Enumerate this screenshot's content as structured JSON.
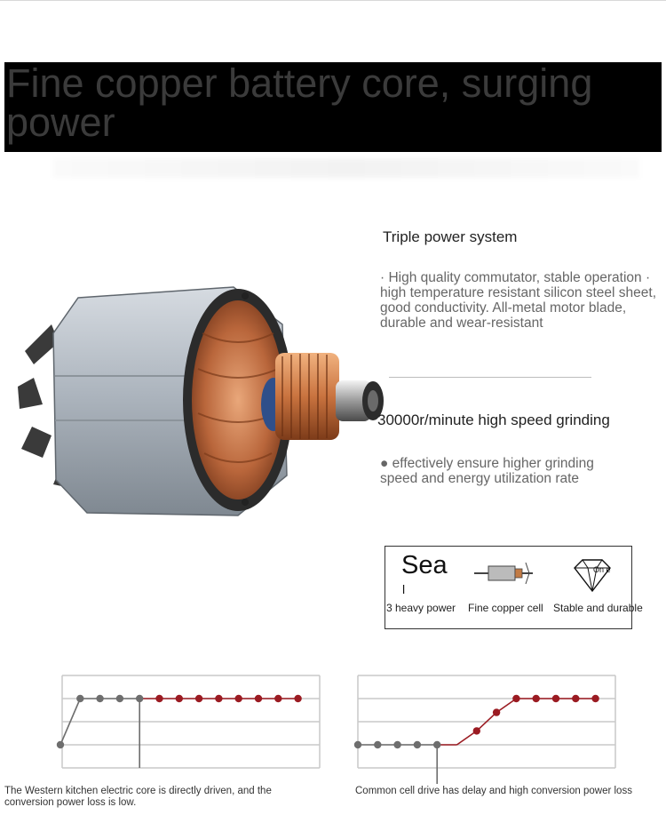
{
  "banner": {
    "title": "Fine copper battery core, surging power"
  },
  "features": [
    {
      "heading": "Triple power system",
      "body": "· High quality commutator, stable operation · high temperature resistant silicon steel sheet, good conductivity. All-metal motor blade, durable and wear-resistant"
    },
    {
      "heading": "30000r/minute high speed grinding",
      "body": "● effectively ensure higher grinding speed and energy utilization rate"
    }
  ],
  "badges": {
    "big_text": "Sea",
    "small_text": "l",
    "diamond_text": "On e",
    "items": [
      {
        "label": "3 heavy power",
        "icon": "power-text-icon"
      },
      {
        "label": "Fine copper cell",
        "icon": "motor-icon"
      },
      {
        "label": "Stable and durable",
        "icon": "diamond-icon"
      }
    ]
  },
  "colors": {
    "gray_marker": "#6e6e6e",
    "red_marker": "#9b1b22",
    "grid": "#c9c9c9",
    "banner_bg": "#000000",
    "banner_text": "#3b3b3b"
  },
  "chart_data": [
    {
      "type": "line",
      "points": [
        {
          "y": 1,
          "color": "gray"
        },
        {
          "y": 3,
          "color": "gray"
        },
        {
          "y": 3,
          "color": "gray"
        },
        {
          "y": 3,
          "color": "gray"
        },
        {
          "y": 3,
          "color": "gray"
        },
        {
          "y": 3,
          "color": "red"
        },
        {
          "y": 3,
          "color": "red"
        },
        {
          "y": 3,
          "color": "red"
        },
        {
          "y": 3,
          "color": "red"
        },
        {
          "y": 3,
          "color": "red"
        },
        {
          "y": 3,
          "color": "red"
        },
        {
          "y": 3,
          "color": "red"
        },
        {
          "y": 3,
          "color": "red"
        }
      ],
      "marker_index": 4,
      "caption": "The Western kitchen electric core is directly driven, and the conversion power loss is low."
    },
    {
      "type": "line",
      "points": [
        {
          "y": 1,
          "color": "gray"
        },
        {
          "y": 1,
          "color": "gray"
        },
        {
          "y": 1,
          "color": "gray"
        },
        {
          "y": 1,
          "color": "gray"
        },
        {
          "y": 1,
          "color": "gray"
        },
        {
          "y": 1,
          "color": "red",
          "hidden": true
        },
        {
          "y": 1.6,
          "color": "red"
        },
        {
          "y": 2.4,
          "color": "red"
        },
        {
          "y": 3,
          "color": "red"
        },
        {
          "y": 3,
          "color": "red"
        },
        {
          "y": 3,
          "color": "red"
        },
        {
          "y": 3,
          "color": "red"
        },
        {
          "y": 3,
          "color": "red"
        }
      ],
      "marker_index": 4,
      "caption": "Common cell drive has delay and high conversion power loss"
    }
  ]
}
